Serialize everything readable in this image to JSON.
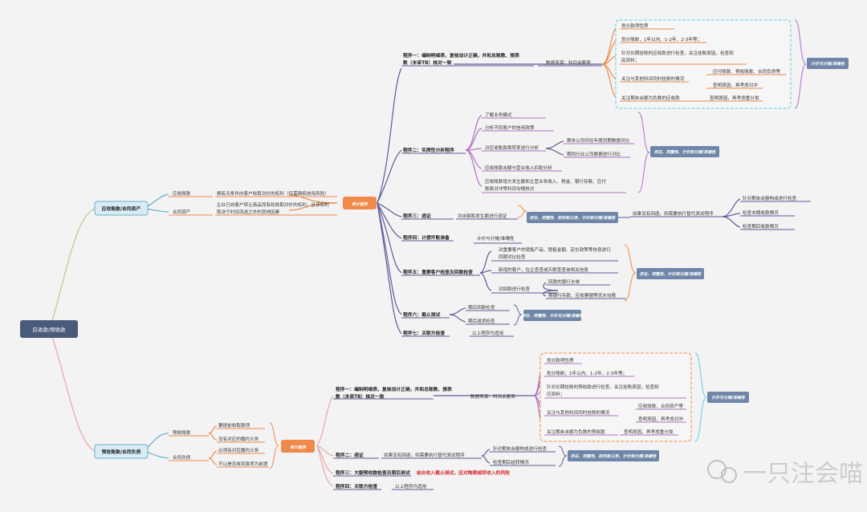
{
  "root": {
    "label": "应收款/预收款"
  },
  "ar": {
    "branch": "应收账款/合同资产",
    "items": [
      {
        "name": "应收账款",
        "desc": "拥有无条件向客户收取对价的权利（仅需面临信用风险）"
      },
      {
        "name": "合同资产",
        "desc_1": "企业已向客户转让商品而有权收取对价的权利，且该权利",
        "desc_2": "取决于时间流逝之外的其他因素"
      }
    ],
    "audit_tag": "审计程序",
    "p1": {
      "title_1": "程序一：编制明细表，复核加计正确，并和总账数、报表",
      "title_2": "数（未审TB）核对一致",
      "source": "数据来源：科目余额表",
      "box": [
        "划分款项性质",
        "划分账龄，1年以内、1-2年、2-3年等；",
        "针对长期挂账的应收款进行检查，关注挂账原因，检查和",
        "底资料；",
        "关注与其他科目同时挂账的情况",
        "应付账款、预收账款、合同负债等",
        "查明原因，再考虑对冲",
        "关注期末余额为负数的应收款",
        "查明原因，再考虑重分类"
      ],
      "tag": "计价与分摊/准确性"
    },
    "p2": {
      "title": "程序二：实质性分析程序",
      "items": [
        "了解业务模式",
        "分析不同客户的信用政策",
        "对应收账款周转率进行分析",
        "期本公司同往年度同期数据对比",
        "期同行业公司数据进行对比",
        "应收账款余额与营业收入匹配分析",
        "应收账款增方发生额和主营业务收入、税金、银行存款、应付",
        "账款对冲等科目勾稽核对"
      ],
      "tag": "存在、完整性、计价和分摊/准确性"
    },
    "p3": {
      "title": "程序三：函证",
      "desc": "对余额和发生额进行函证",
      "tag": "存在、完整性、权利和义务、计价和分摊/准确性",
      "alt": "如果没有回函，则需要执行替代测试程序",
      "alt_items": [
        "针对期末余额构成进行检查",
        "检查本期收款情况",
        "检查期后收款情况"
      ]
    },
    "p4": {
      "title": "程序四：计提坏账准备",
      "desc": "计价与分摊/准确性"
    },
    "p5": {
      "title": "程序五：重要客户检查及回款检查",
      "items": [
        "对重要客户的销售产品、销售金额、定价政策等信息进行",
        "同期对比检查",
        "新增的客户，在企查查或天眼查查询相关信息",
        "对回款进行检查",
        "回款的银行水单",
        "期银行存款、应收票据等流水勾稽"
      ],
      "tag": "存在、完整性、计价和分摊/准确性"
    },
    "p6": {
      "title": "程序六：截止测试",
      "items": [
        "期后回款检查",
        "期后退货检查"
      ],
      "tag": "存在、完整性、计价与分摊/准确性"
    },
    "p7": {
      "title": "程序七：关联方检查",
      "desc": "以上程序均适用"
    }
  },
  "adv": {
    "branch": "预收账款/合同负债",
    "groups": [
      {
        "name": "预收账款",
        "items": [
          "要提前收取款项",
          "没有对应的履约义务"
        ]
      },
      {
        "name": "合同负债",
        "items": [
          "必须有对应履约义务",
          "不以是否收到款项为前提"
        ]
      }
    ],
    "audit_tag": "审计程序",
    "p1": {
      "title_1": "程序一：编制明细表，复核加计正确，并和总账数、报表",
      "title_2": "数（未审TB）核对一致",
      "source": "数据来源：科目余额表",
      "box": [
        "划分款项性质",
        "划分账龄，1年以内、1-2年、2-3年等；",
        "针对长期挂账的预收款进行检查，关注挂账原因，检查和",
        "应资料；",
        "关注与其他科目同时挂账的情况",
        "应收账款、合同资产等",
        "查明原因，再考虑对冲",
        "关注期末余额为负数的预收款",
        "查明原因，再考虑重分类"
      ],
      "tag": "计价与分摊/准确性"
    },
    "p2": {
      "title": "程序二：函证",
      "desc": "如果没有回函，则需要执行替代测试程序",
      "alt_items": [
        "针对期末余额构成进行检查",
        "检查期后结转情况"
      ],
      "tag": "存在、完整性、权利和义务、计价和分摊/准确性"
    },
    "p3": {
      "title": "程序三：大额预收款检查及期后测试",
      "desc": "结合收入截止测试，应对跨期或转收入的风险"
    },
    "p4": {
      "title": "程序四：关联方检查",
      "desc": "以上程序均适用"
    }
  },
  "watermark": "一只注会喵",
  "colors": {
    "root": "#4a5a7a",
    "branch": "#4d8fa8",
    "orange": "#ef8a4b",
    "purple": "#5b5b98",
    "tag": "#6f86a8",
    "red": "#d8262e",
    "cyan": "#63cde6"
  }
}
